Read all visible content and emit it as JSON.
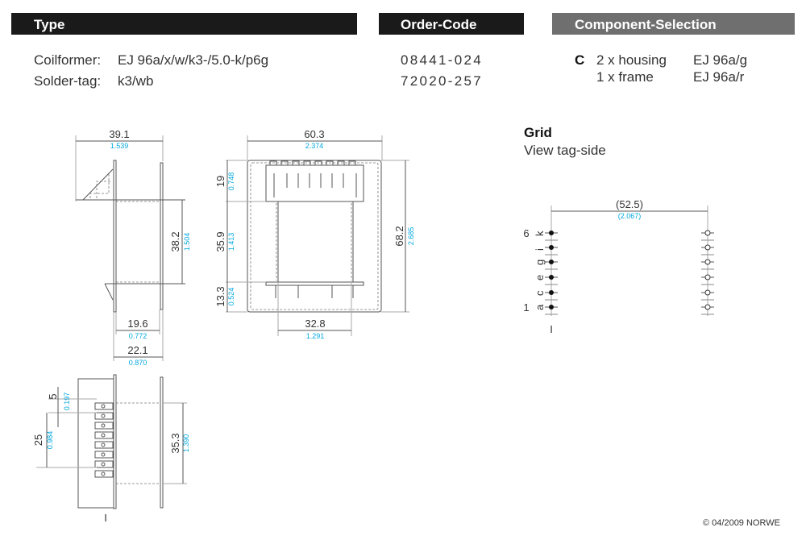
{
  "header": {
    "type_label": "Type",
    "order_code_label": "Order-Code",
    "component_selection_label": "Component-Selection"
  },
  "type": {
    "coilformer_label": "Coilformer:",
    "coilformer_value": "EJ 96a/x/w/k3-/5.0-k/p6g",
    "soldertag_label": "Solder-tag:",
    "soldertag_value": "k3/wb"
  },
  "order_codes": {
    "coilformer": "08441-024",
    "soldertag": "72020-257"
  },
  "component_selection": {
    "letter": "C",
    "items": [
      {
        "qty": "2 x housing",
        "part": "EJ 96a/g"
      },
      {
        "qty": "1 x frame",
        "part": "EJ 96a/r"
      }
    ]
  },
  "grid": {
    "title": "Grid",
    "subtitle": "View tag-side",
    "width_mm": "(52.5)",
    "width_in": "(2.067)",
    "pin_first": "1",
    "pin_last": "6",
    "pin_letters": [
      "k",
      "i",
      "g",
      "e",
      "c",
      "a"
    ],
    "marker": "I"
  },
  "side_view": {
    "width_mm": "39.1",
    "width_in": "1.539",
    "height_mm": "38.2",
    "height_in": "1.504",
    "inner_mm": "19.6",
    "inner_in": "0.772",
    "outer_mm": "22.1",
    "outer_in": "0.870"
  },
  "front_view": {
    "width_mm": "60.3",
    "width_in": "2.374",
    "tag_mm": "19",
    "tag_in": "0.748",
    "core_mm": "35.9",
    "core_in": "1.413",
    "base_mm": "13.3",
    "base_in": "0.524",
    "height_mm": "68.2",
    "height_in": "2.685",
    "core_width_mm": "32.8",
    "core_width_in": "1.291"
  },
  "bottom_view": {
    "pitch_mm": "5",
    "pitch_in": "0.197",
    "span_mm": "25",
    "span_in": "0.984",
    "height_mm": "35.3",
    "height_in": "1.390",
    "marker": "I"
  },
  "footer": {
    "copyright": "© 04/2009 NORWE"
  },
  "colors": {
    "header_dark": "#1a1a1a",
    "header_grey": "#6f6f6f",
    "inch_blue": "#00a8e0"
  }
}
